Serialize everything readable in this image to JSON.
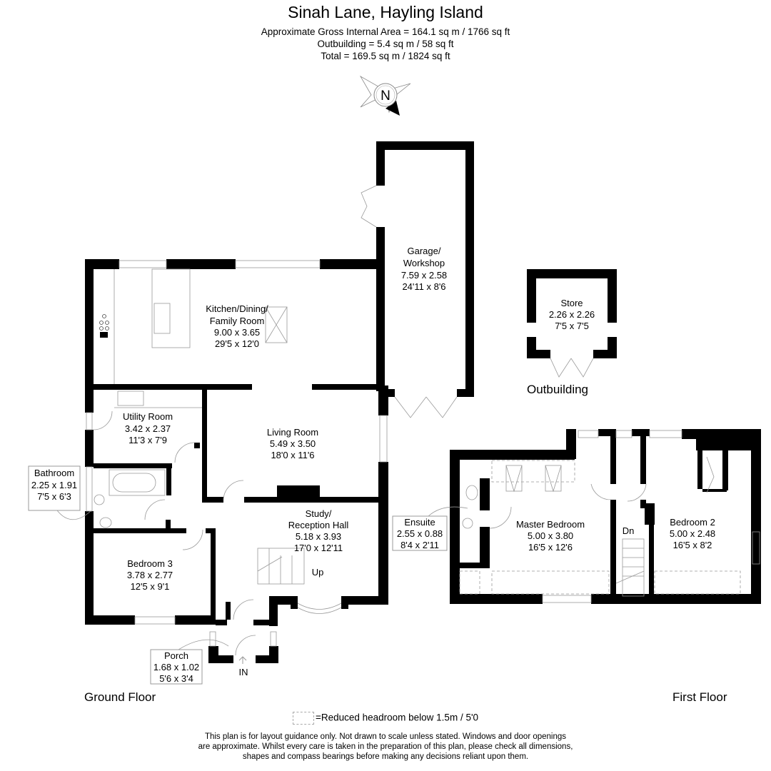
{
  "header": {
    "title": "Sinah Lane, Hayling Island",
    "gross_internal_area": "Approximate Gross Internal Area = 164.1 sq m / 1766 sq ft",
    "outbuilding_area": "Outbuilding = 5.4 sq m / 58 sq ft",
    "total_area": "Total = 169.5 sq m / 1824 sq ft"
  },
  "compass": {
    "label": "N",
    "icon": "compass-north-icon"
  },
  "ground_floor": {
    "label": "Ground Floor",
    "rooms": [
      {
        "name": "Kitchen/Dining/",
        "name2": "Family Room",
        "metric": "9.00 x 3.65",
        "imperial": "29'5 x 12'0"
      },
      {
        "name": "Garage/",
        "name2": "Workshop",
        "metric": "7.59 x 2.58",
        "imperial": "24'11 x 8'6"
      },
      {
        "name": "Utility Room",
        "metric": "3.42 x 2.37",
        "imperial": "11'3 x 7'9"
      },
      {
        "name": "Living Room",
        "metric": "5.49 x 3.50",
        "imperial": "18'0 x 11'6"
      },
      {
        "name": "Bathroom",
        "metric": "2.25 x 1.91",
        "imperial": "7'5 x 6'3"
      },
      {
        "name": "Study/",
        "name2": "Reception Hall",
        "metric": "5.18 x 3.93",
        "imperial": "17'0 x 12'11"
      },
      {
        "name": "Bedroom 3",
        "metric": "3.78 x 2.77",
        "imperial": "12'5 x 9'1"
      },
      {
        "name": "Porch",
        "metric": "1.68 x 1.02",
        "imperial": "5'6 x 3'4"
      }
    ],
    "stairs_label": "Up",
    "entrance_label": "IN"
  },
  "outbuilding": {
    "label": "Outbuilding",
    "rooms": [
      {
        "name": "Store",
        "metric": "2.26 x 2.26",
        "imperial": "7'5 x 7'5"
      }
    ]
  },
  "first_floor": {
    "label": "First Floor",
    "rooms": [
      {
        "name": "Ensuite",
        "metric": "2.55 x 0.88",
        "imperial": "8'4 x 2'11"
      },
      {
        "name": "Master Bedroom",
        "metric": "5.00 x 3.80",
        "imperial": "16'5 x 12'6"
      },
      {
        "name": "Bedroom 2",
        "metric": "5.00 x 2.48",
        "imperial": "16'5 x 8'2"
      }
    ],
    "stairs_label": "Dn"
  },
  "legend": {
    "text": "=Reduced headroom below 1.5m / 5'0"
  },
  "disclaimer": {
    "line1": "This plan is for layout guidance only. Not drawn to scale unless stated. Windows and door openings",
    "line2": "are approximate. Whilst every care is taken in the preparation of this plan, please check all dimensions,",
    "line3": "shapes and compass bearings before making any decisions reliant upon them."
  },
  "colors": {
    "wall": "#000000",
    "fixture": "#999999",
    "background": "#ffffff"
  }
}
